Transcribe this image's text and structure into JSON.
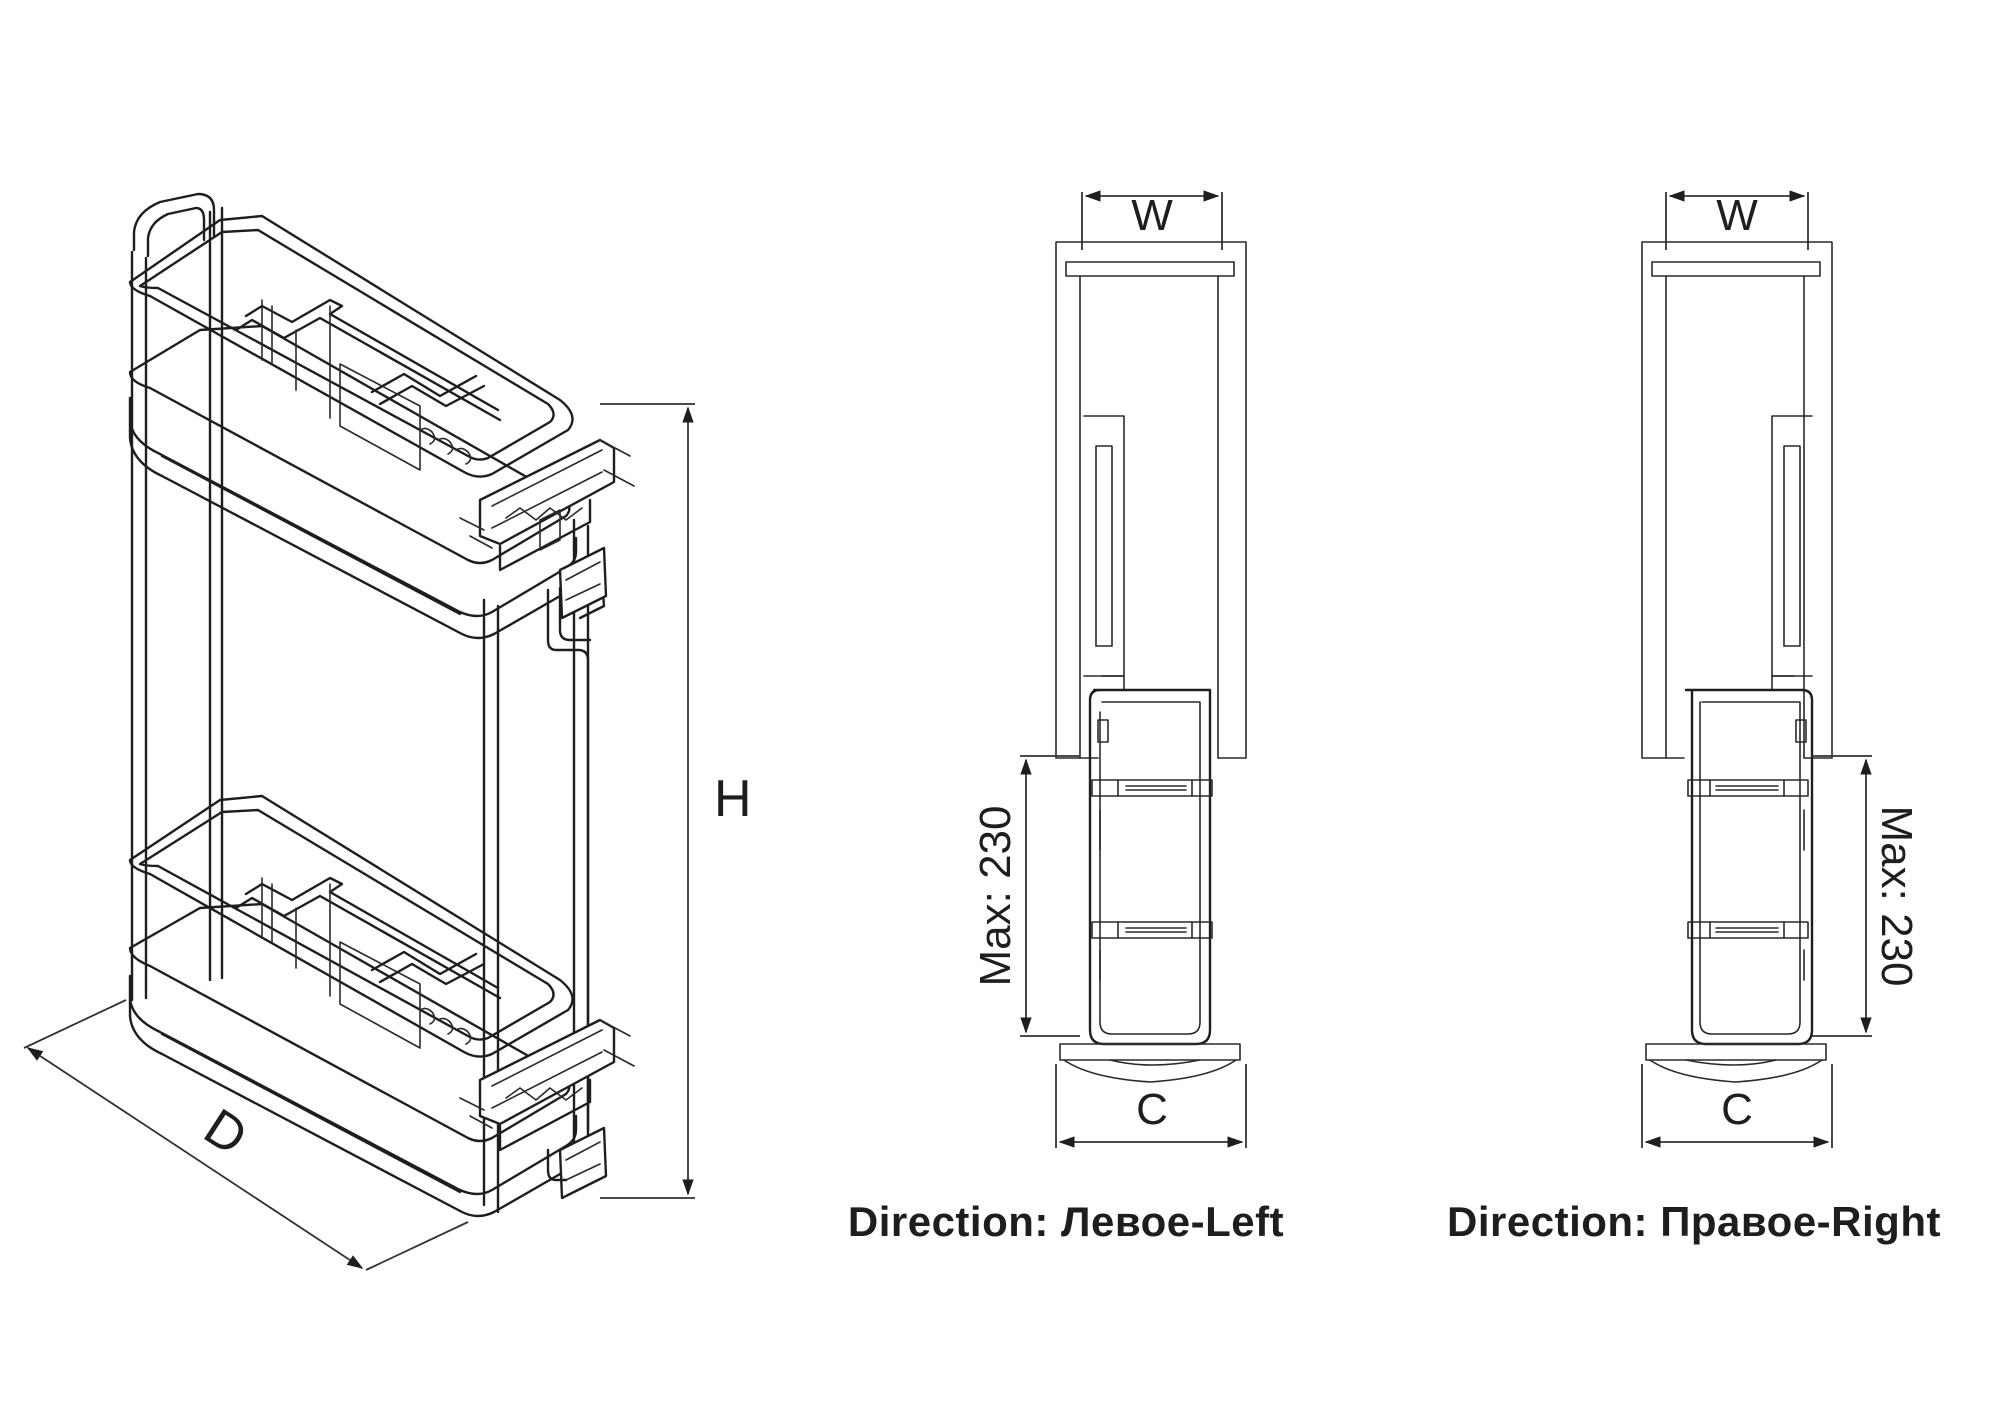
{
  "iso_view": {
    "height_label": "H",
    "depth_label": "D"
  },
  "left_view": {
    "width_label": "W",
    "max_label": "Max: 230",
    "clearance_label": "C",
    "caption": "Direction: Левое-Left"
  },
  "right_view": {
    "width_label": "W",
    "max_label": "Max: 230",
    "clearance_label": "C",
    "caption": "Direction: Правое-Right"
  }
}
